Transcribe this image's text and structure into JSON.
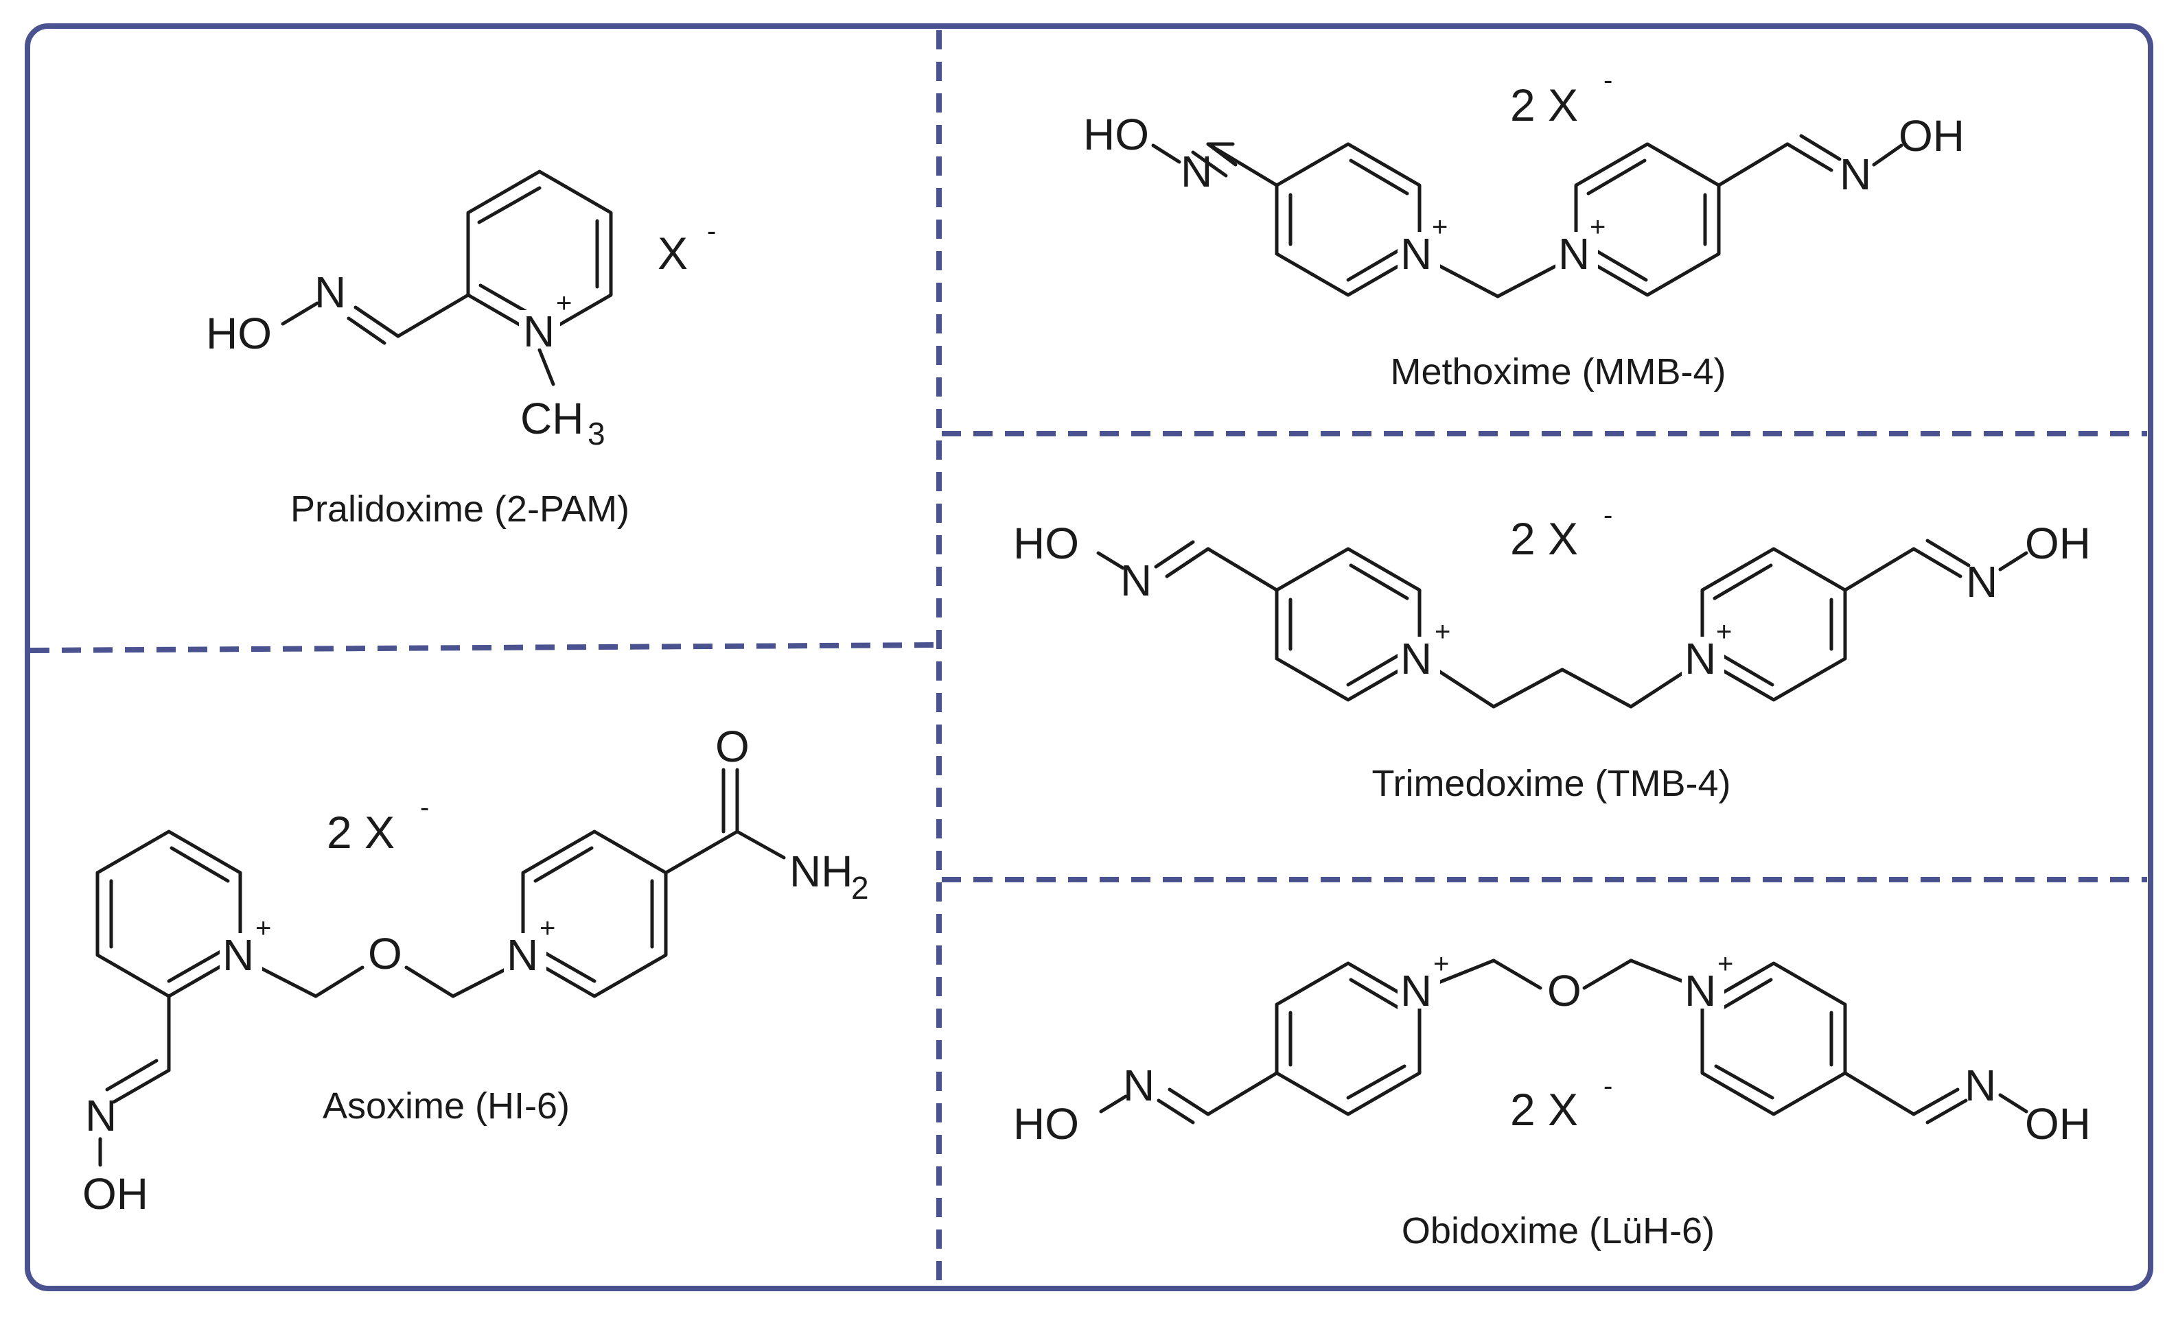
{
  "colors": {
    "frame": "#4a5290",
    "ink": "#1a1a1a",
    "background": "#ffffff"
  },
  "compounds": [
    {
      "name": "Pralidoxime (2-PAM)",
      "counter_ion": "X",
      "charge": "-"
    },
    {
      "name": "Methoxime (MMB-4)",
      "counter_ion": "2 X",
      "charge": "-"
    },
    {
      "name": "Trimedoxime (TMB-4)",
      "counter_ion": "2 X",
      "charge": "-"
    },
    {
      "name": "Asoxime (HI-6)",
      "counter_ion": "2 X",
      "charge": "-"
    },
    {
      "name": "Obidoxime (LüH-6)",
      "counter_ion": "2 X",
      "charge": "-"
    }
  ],
  "atoms": {
    "oxime_hydroxyl": "HO",
    "oxime_hydroxyl_right": "OH",
    "nitrogen": "N",
    "ring_cation": "+",
    "methyl": "CH",
    "methyl_sub": "3",
    "ether_oxygen": "O",
    "carbonyl_oxygen": "O",
    "amide": "NH",
    "amide_sub": "2"
  }
}
